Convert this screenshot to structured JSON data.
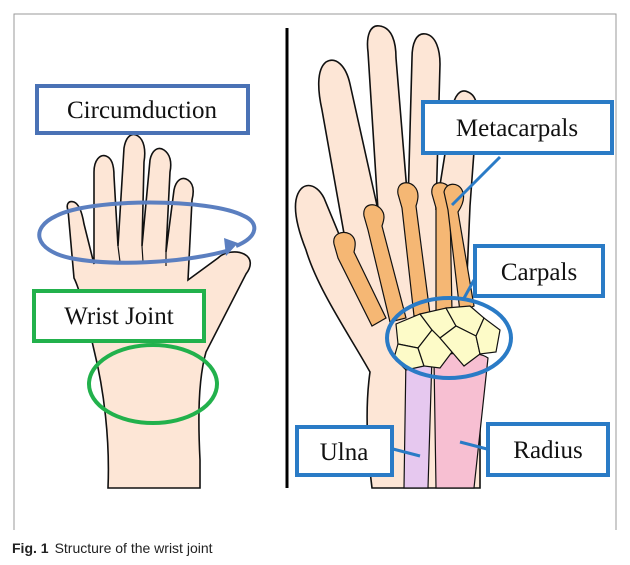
{
  "left_panel": {
    "motion_label": "Circumduction",
    "joint_label": "Wrist Joint"
  },
  "right_panel": {
    "labels": {
      "metacarpals": "Metacarpals",
      "carpals": "Carpals",
      "ulna": "Ulna",
      "radius": "Radius"
    }
  },
  "caption": {
    "figure_number": "Fig. 1",
    "text": "Structure of the wrist joint"
  },
  "colors": {
    "skin": "#fde6d6",
    "outline": "#111111",
    "metacarpal": "#f5b774",
    "carpal": "#fdfbc8",
    "ulna": "#e6c8ef",
    "radius": "#f7bfd2",
    "arrow": "#5b7fc0",
    "joint_ring": "#22b14c",
    "box_blue": "#4a72b5",
    "box_right": "#2a7bc6",
    "box_green": "#22b14c"
  }
}
